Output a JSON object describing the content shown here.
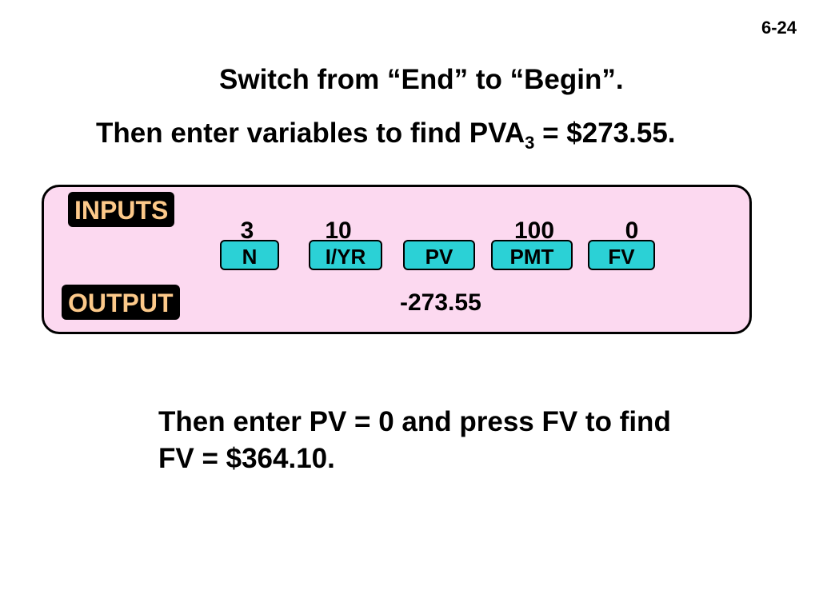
{
  "slide": {
    "number": "6-24"
  },
  "heading": {
    "line1": "Switch from “End” to “Begin”.",
    "line2_prefix": "Then enter variables to find PVA",
    "line2_subscript": "3",
    "line2_suffix": " = $273.55."
  },
  "calculator": {
    "inputs_label": "INPUTS",
    "output_label": "OUTPUT",
    "keys": [
      {
        "label": "N",
        "input": "3"
      },
      {
        "label": "I/YR",
        "input": "10"
      },
      {
        "label": "PV",
        "input": ""
      },
      {
        "label": "PMT",
        "input": "100"
      },
      {
        "label": "FV",
        "input": "0"
      }
    ],
    "output_value": "-273.55"
  },
  "note": {
    "line1": "Then enter PV = 0 and press FV to find",
    "line2": "FV = $364.10."
  },
  "colors": {
    "panel_background": "#fcd9f0",
    "key_background": "#2bd1d6",
    "tag_text": "#fcc98a",
    "tag_background": "#000000"
  }
}
